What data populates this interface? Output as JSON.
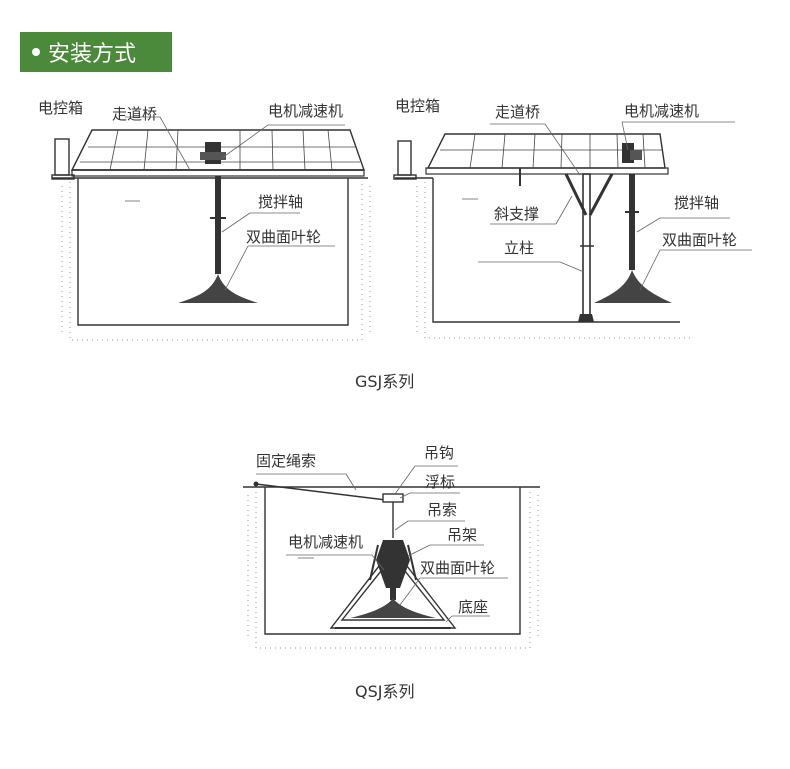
{
  "header": {
    "title": "安装方式",
    "color": "#4a8a3a"
  },
  "diagram_gsj_left": {
    "labels": {
      "control_box": "电控箱",
      "walkway_bridge": "走道桥",
      "motor_reducer": "电机减速机",
      "shaft": "搅拌轴",
      "impeller": "双曲面叶轮"
    }
  },
  "diagram_gsj_right": {
    "labels": {
      "control_box": "电控箱",
      "walkway_bridge": "走道桥",
      "motor_reducer": "电机减速机",
      "brace": "斜支撑",
      "shaft": "搅拌轴",
      "column": "立柱",
      "impeller": "双曲面叶轮"
    }
  },
  "caption_gsj": "GSJ系列",
  "diagram_qsj": {
    "labels": {
      "rope": "固定绳索",
      "hook": "吊钩",
      "float": "浮标",
      "cable": "吊索",
      "motor_reducer": "电机减速机",
      "frame": "吊架",
      "impeller": "双曲面叶轮",
      "base": "底座"
    }
  },
  "caption_qsj": "QSJ系列"
}
